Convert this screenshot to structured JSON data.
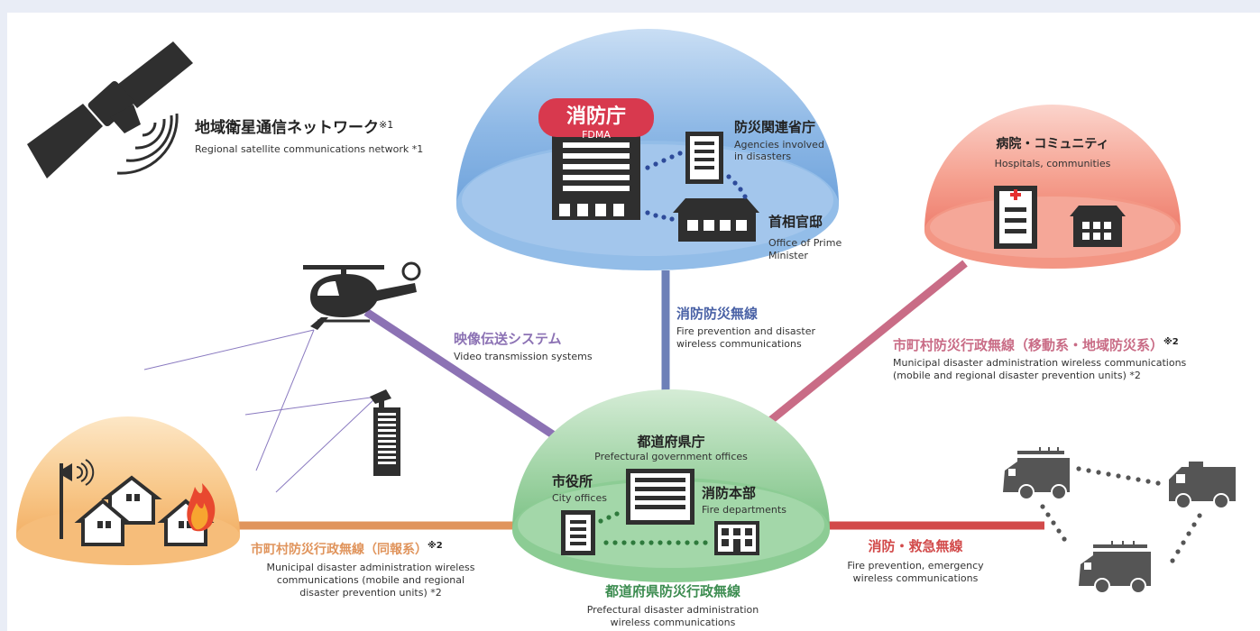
{
  "satellite": {
    "title_ja": "地域衛星通信ネットワーク",
    "note_mark": "※1",
    "title_en": "Regional satellite communications network *1",
    "icon": "satellite-icon"
  },
  "fdma_dome": {
    "badge_ja": "消防庁",
    "badge_en": "FDMA",
    "agencies_ja": "防災関連省庁",
    "agencies_en_line1": "Agencies involved",
    "agencies_en_line2": "in disasters",
    "pm_ja": "首相官邸",
    "pm_en_line1": "Office of Prime",
    "pm_en_line2": "Minister"
  },
  "hospital_dome": {
    "title_ja": "病院・コミュニティ",
    "title_en": "Hospitals, communities"
  },
  "prefecture_dome": {
    "title_ja": "都道府県庁",
    "title_en": "Prefectural government offices",
    "city_ja": "市役所",
    "city_en": "City offices",
    "fire_ja": "消防本部",
    "fire_en": "Fire departments"
  },
  "links": {
    "video": {
      "ja": "映像伝送システム",
      "en": "Video transmission systems",
      "color": "#8c72b4"
    },
    "fire_radio": {
      "ja": "消防防災無線",
      "en_line1": "Fire prevention and disaster",
      "en_line2": "wireless communications",
      "color": "#6d80b8"
    },
    "municipal_mobile": {
      "ja": "市町村防災行政無線（移動系・地域防災系）",
      "note_mark": "※2",
      "en_line1": "Municipal disaster administration wireless communications",
      "en_line2": "(mobile and regional disaster prevention units) *2",
      "color": "#c96c86"
    },
    "municipal_broadcast": {
      "ja": "市町村防災行政無線（同報系）",
      "note_mark": "※2",
      "en_line1": "Municipal disaster administration wireless",
      "en_line2": "communications (mobile and regional",
      "en_line3": "disaster prevention units) *2",
      "color": "#e0945c"
    },
    "prefectural": {
      "ja": "都道府県防災行政無線",
      "en_line1": "Prefectural disaster administration",
      "en_line2": "wireless communications",
      "color": "#4e9f63"
    },
    "emergency": {
      "ja": "消防・救急無線",
      "en_line1": "Fire prevention, emergency",
      "en_line2": "wireless communications",
      "color": "#d24a4a"
    }
  },
  "colors": {
    "background": "#e9edf6",
    "icon_dark": "#2f2f2f",
    "dot_blue": "#2e4b9a",
    "dot_green": "#2e7a3c",
    "dot_gray": "#555555"
  }
}
